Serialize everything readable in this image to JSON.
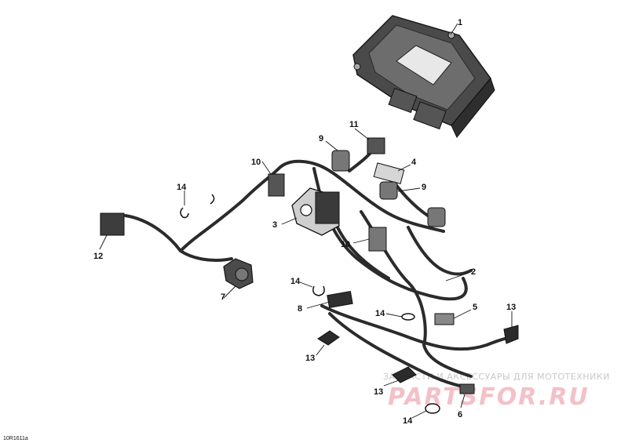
{
  "diagram": {
    "reference_code": "10R1611a",
    "callouts": {
      "c1": "1",
      "c2": "2",
      "c3": "3",
      "c4": "4",
      "c5": "5",
      "c6": "6",
      "c7": "7",
      "c8": "8",
      "c9a": "9",
      "c9b": "9",
      "c10a": "10",
      "c10b": "10",
      "c11": "11",
      "c12": "12",
      "c13a": "13",
      "c13b": "13",
      "c13c": "13",
      "c14a": "14",
      "c14b": "14",
      "c14c": "14",
      "c14d": "14"
    }
  },
  "watermark": {
    "tagline": "ЗАПЧАСТИ И АКСЕССУАРЫ ДЛЯ МОТОТЕХНИКИ",
    "brand": "PARTSFOR.RU"
  },
  "colors": {
    "part_dark": "#2b2b2b",
    "part_mid": "#6e6e6e",
    "part_light": "#bdbdbd",
    "watermark_brand": "#f4c0c8"
  }
}
